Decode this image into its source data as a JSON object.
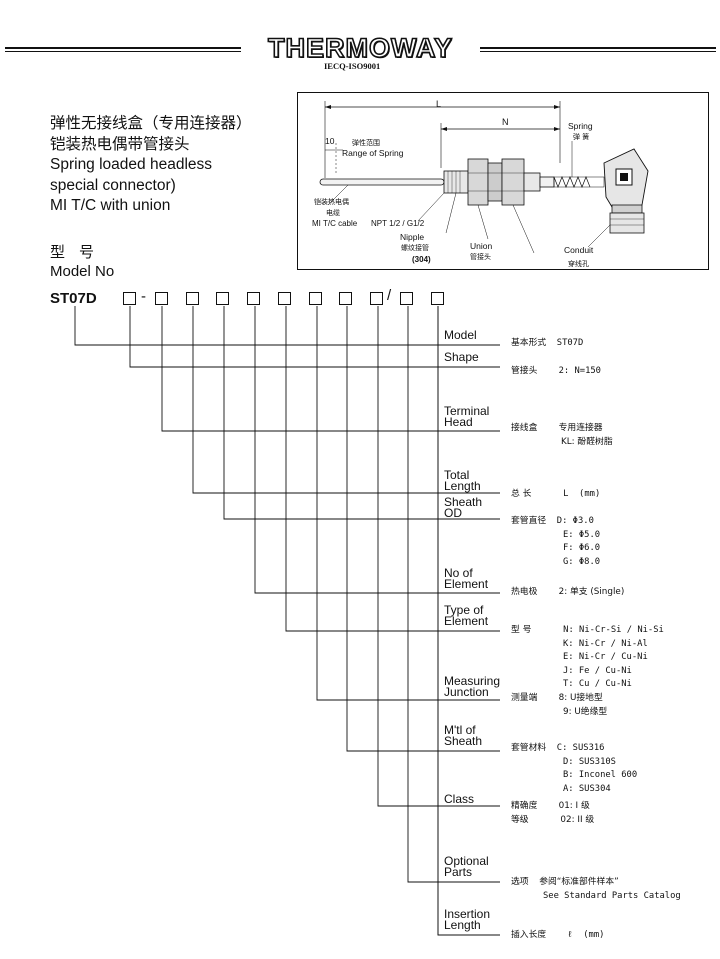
{
  "header": {
    "brand": "THERMOWAY",
    "cert": "IECQ-ISO9001"
  },
  "titles": [
    "弹性无接线盒（专用连接器）",
    "铠装热电偶带管接头",
    "Spring loaded headless",
    "special connector)",
    "MI T/C with union"
  ],
  "model_head": {
    "cn": "型号",
    "en": "Model No"
  },
  "model_code": "ST07D",
  "code_separators": [
    "-",
    "/"
  ],
  "diagram": {
    "L": "L",
    "N": "N",
    "ten": "10",
    "range_cn": "弹性范围",
    "range_en": "Range of Spring",
    "spring_en": "Spring",
    "spring_cn": "弹 簧",
    "cable_cn1": "铠装热电偶",
    "cable_cn2": "电缆",
    "cable_en": "MI T/C cable",
    "npt": "NPT 1/2 / G1/2",
    "nipple_en": "Nipple",
    "nipple_cn": "螺纹接管",
    "nipple_mat": "(304)",
    "union_en": "Union",
    "union_cn": "管接头",
    "conduit_en": "Conduit",
    "conduit_cn": "穿线孔"
  },
  "fields": [
    {
      "label": [
        "Model"
      ],
      "desc": [
        {
          "cn": "基本形式",
          "val": "ST07D"
        }
      ]
    },
    {
      "label": [
        "Shape"
      ],
      "desc": [
        {
          "cn": "管接头",
          "val": "2: N=150"
        }
      ]
    },
    {
      "label": [
        "Terminal",
        "Head"
      ],
      "desc": [
        {
          "cn": "接线盒",
          "val": "专用连接器"
        },
        {
          "cn": "",
          "val": "KL: 酚醛树脂"
        }
      ]
    },
    {
      "label": [
        "Total",
        "Length"
      ],
      "desc": [
        {
          "cn": "总 长",
          "val": "L  (mm)"
        }
      ]
    },
    {
      "label": [
        "Sheath",
        "OD"
      ],
      "desc": [
        {
          "cn": "套管直径",
          "val": "D: Φ3.0"
        },
        {
          "cn": "",
          "val": "E: Φ5.0"
        },
        {
          "cn": "",
          "val": "F: Φ6.0"
        },
        {
          "cn": "",
          "val": "G: Φ8.0"
        }
      ]
    },
    {
      "label": [
        "No of",
        "Element"
      ],
      "desc": [
        {
          "cn": "热电极",
          "val": "2: 单支 (Single)"
        }
      ]
    },
    {
      "label": [
        "Type of",
        "Element"
      ],
      "desc": [
        {
          "cn": "型 号",
          "val": "N: Ni-Cr-Si / Ni-Si"
        },
        {
          "cn": "",
          "val": "K: Ni-Cr / Ni-Al"
        },
        {
          "cn": "",
          "val": "E: Ni-Cr / Cu-Ni"
        },
        {
          "cn": "",
          "val": "J: Fe / Cu-Ni"
        },
        {
          "cn": "",
          "val": "T: Cu / Cu-Ni"
        }
      ]
    },
    {
      "label": [
        "Measuring",
        "Junction"
      ],
      "desc": [
        {
          "cn": "测量端",
          "val": "8: U接地型"
        },
        {
          "cn": "",
          "val": "9: U绝缘型"
        }
      ]
    },
    {
      "label": [
        "M'tl of",
        "Sheath"
      ],
      "desc": [
        {
          "cn": "套管材料",
          "val": "C: SUS316"
        },
        {
          "cn": "",
          "val": "D: SUS310S"
        },
        {
          "cn": "",
          "val": "B: Inconel 600"
        },
        {
          "cn": "",
          "val": "A: SUS304"
        }
      ]
    },
    {
      "label": [
        "Class"
      ],
      "desc": [
        {
          "cn": "精确度",
          "val": "01: I 级"
        },
        {
          "cn": "等级",
          "val": "02: II 级"
        }
      ]
    },
    {
      "label": [
        "Optional",
        "Parts"
      ],
      "desc": [
        {
          "cn": "选项",
          "val": "参阅“标准部件样本”"
        },
        {
          "cn": "",
          "val": "See Standard Parts Catalog"
        }
      ]
    },
    {
      "label": [
        "Insertion",
        "Length"
      ],
      "desc": [
        {
          "cn": "插入长度",
          "val": "ℓ  (mm)"
        }
      ]
    }
  ]
}
